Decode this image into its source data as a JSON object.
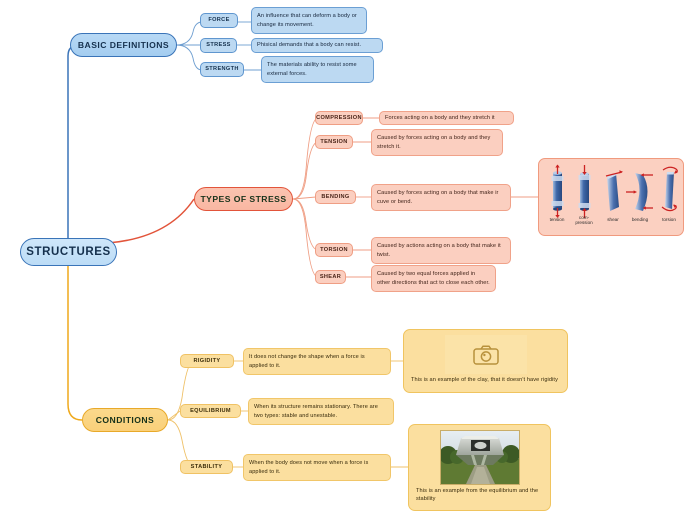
{
  "map": {
    "root": {
      "label": "STRUCTURES"
    },
    "branches": [
      {
        "id": "basic-definitions",
        "label": "BASIC DEFINITIONS",
        "color": "#3a74b8",
        "topics": [
          {
            "label": "FORCE",
            "description": "An influence that can deform a body or change its movement."
          },
          {
            "label": "STRESS",
            "description": "Phisical  demands that a body  can resist."
          },
          {
            "label": "STRENGTH",
            "description": "The materials ability to resist some external forces."
          }
        ]
      },
      {
        "id": "types-of-stress",
        "label": "TYPES OF STRESS",
        "color": "#e2543a",
        "topics": [
          {
            "label": "COMPRESSION",
            "description": "Forces acting on a body and they stretch it"
          },
          {
            "label": "TENSION",
            "description": "Caused by forces acting on a body and they stretch it."
          },
          {
            "label": "BENDING",
            "description": "Caused by forces acting on a body that make ir cuve or bend."
          },
          {
            "label": "TORSION",
            "description": "Caused by actions acting on a body that make it twist."
          },
          {
            "label": "SHEAR",
            "description": "Caused by two equal forces applied in other directions that act to close each other."
          }
        ],
        "attachment": {
          "type": "stress-diagram",
          "labels": [
            "tension",
            "com-pression",
            "shear",
            "bending",
            "torsion"
          ]
        }
      },
      {
        "id": "conditions",
        "label": "CONDITIONS",
        "color": "#e8a929",
        "topics": [
          {
            "label": "RIGIDITY",
            "description": "It does not change the shape when a force is applied to it."
          },
          {
            "label": "EQUILIBRIUM",
            "description": "When its structure remains stationary. There are two types: stable and unestable."
          },
          {
            "label": "STABILITY",
            "description": "When the body does not move when a force is applied to it."
          }
        ],
        "attachments": [
          {
            "type": "photo-placeholder",
            "icon": "camera-icon",
            "caption": "This is an example of the clay, that it doesn't have rigidity"
          },
          {
            "type": "photo",
            "caption": "This is an example from the equilibrium and the stability"
          }
        ]
      }
    ]
  }
}
